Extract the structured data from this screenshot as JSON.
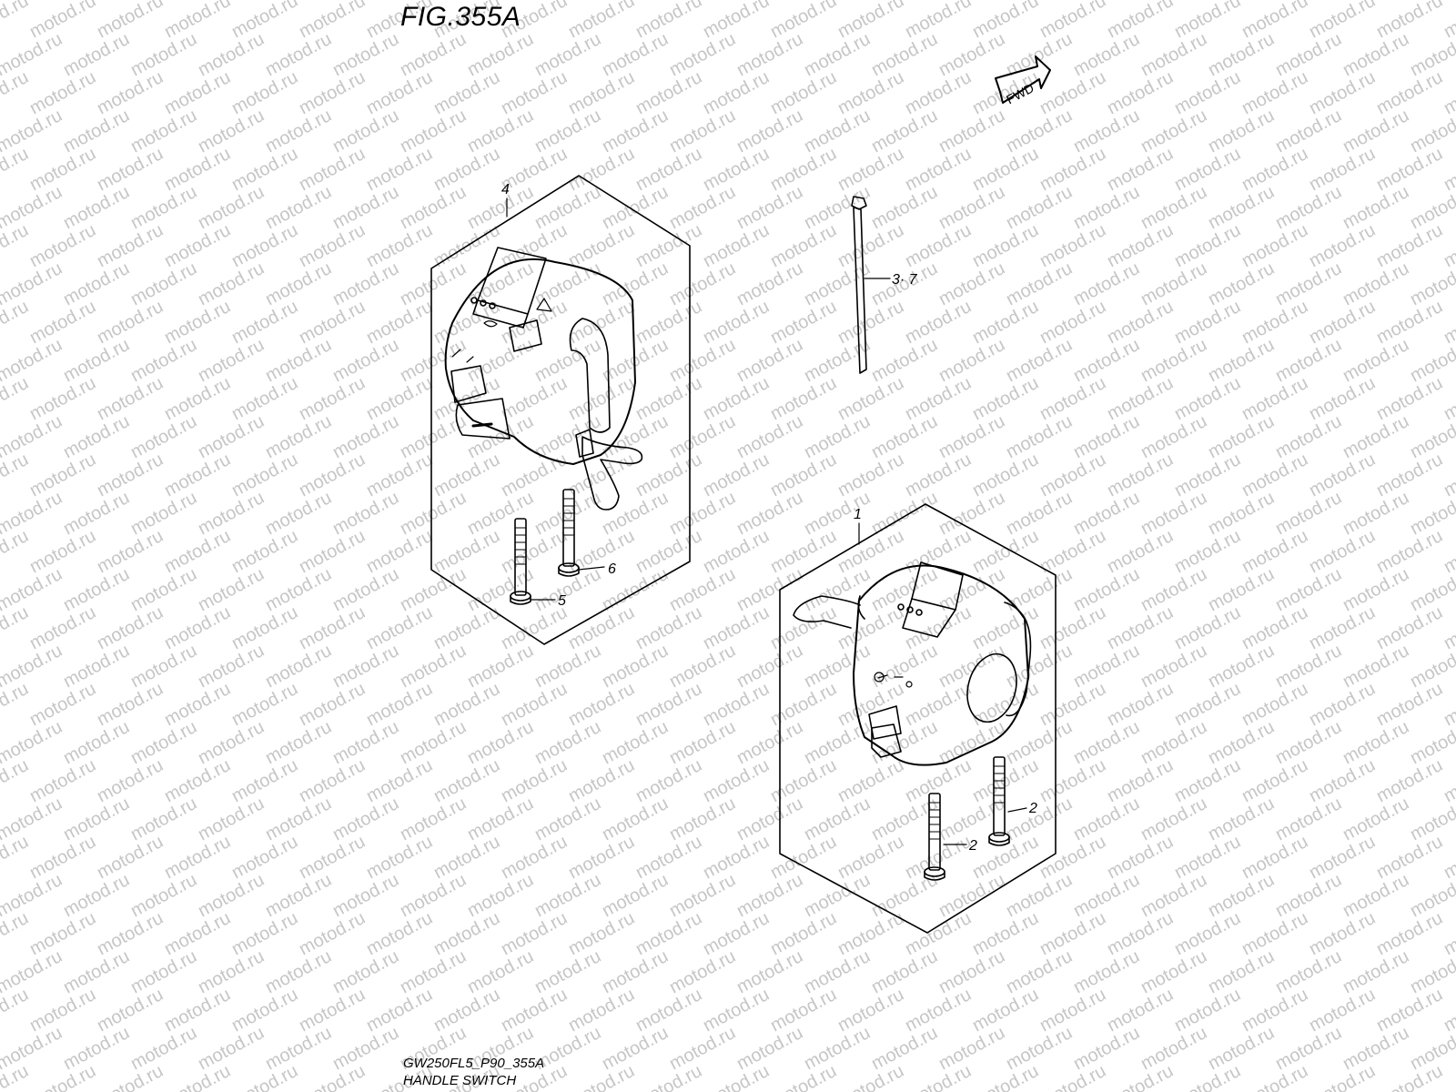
{
  "figure": {
    "title": "FIG.355A",
    "fwd_label": "FWD",
    "footer_code": "GW250FL5_P90_355A",
    "footer_name": "HANDLE SWITCH",
    "watermark": "motod.ru"
  },
  "callouts": [
    {
      "id": "4",
      "label": "4",
      "part": "left handle switch assembly"
    },
    {
      "id": "3-7",
      "label": "3· 7",
      "part": "cable tie"
    },
    {
      "id": "6",
      "label": "6",
      "part": "screw"
    },
    {
      "id": "5",
      "label": "5",
      "part": "screw"
    },
    {
      "id": "1",
      "label": "1",
      "part": "right handle switch assembly"
    },
    {
      "id": "2a",
      "label": "2",
      "part": "screw"
    },
    {
      "id": "2b",
      "label": "2",
      "part": "screw"
    }
  ],
  "colors": {
    "line": "#000000",
    "watermark": "#c6c6c6",
    "background": "#ffffff"
  }
}
